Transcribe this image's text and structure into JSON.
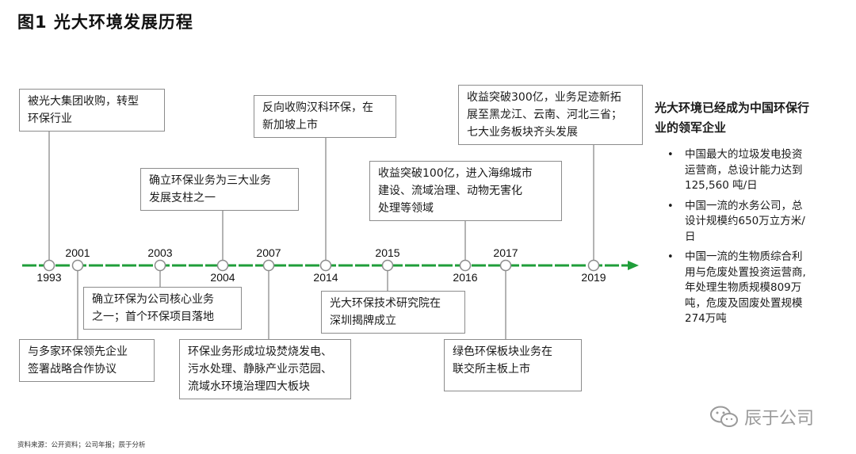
{
  "title": "图1  光大环境发展历程",
  "colors": {
    "axis": "#1f9e3a",
    "box_border": "#8c8c8c",
    "connector": "#9a9a9a"
  },
  "years": [
    {
      "id": "y1993",
      "label": "1993"
    },
    {
      "id": "y2001",
      "label": "2001"
    },
    {
      "id": "y2003",
      "label": "2003"
    },
    {
      "id": "y2004",
      "label": "2004"
    },
    {
      "id": "y2007",
      "label": "2007"
    },
    {
      "id": "y2014",
      "label": "2014"
    },
    {
      "id": "y2015",
      "label": "2015"
    },
    {
      "id": "y2016",
      "label": "2016"
    },
    {
      "id": "y2017",
      "label": "2017"
    },
    {
      "id": "y2019",
      "label": "2019"
    }
  ],
  "events": [
    {
      "year": "1993",
      "lines": [
        "被光大集团收购，转型",
        "环保行业"
      ]
    },
    {
      "year": "2001",
      "lines": [
        "与多家环保领先企业",
        "签署战略合作协议"
      ]
    },
    {
      "year": "2003",
      "lines": [
        "确立环保为公司核心业务",
        "之一；首个环保项目落地"
      ]
    },
    {
      "year": "2004",
      "lines": [
        "确立环保业务为三大业务",
        "发展支柱之一"
      ]
    },
    {
      "year": "2007",
      "lines": [
        "环保业务形成垃圾焚烧发电、",
        "污水处理、静脉产业示范园、",
        "流域水环境治理四大板块"
      ]
    },
    {
      "year": "2014",
      "lines": [
        "反向收购汉科环保，在",
        "新加坡上市"
      ]
    },
    {
      "year": "2015",
      "lines": [
        "光大环保技术研究院在",
        "深圳揭牌成立"
      ]
    },
    {
      "year": "2016",
      "lines": [
        "收益突破100亿，进入海绵城市",
        "建设、流域治理、动物无害化",
        "处理等领域"
      ]
    },
    {
      "year": "2017",
      "lines": [
        "绿色环保板块业务在",
        "联交所主板上市"
      ]
    },
    {
      "year": "2019",
      "lines": [
        "收益突破300亿，业务足迹新拓",
        "展至黑龙江、云南、河北三省；",
        "七大业务板块齐头发展"
      ]
    }
  ],
  "side": {
    "title_lines": [
      "光大环境已经成为中国环保行",
      "业的领军企业"
    ],
    "bullets": [
      {
        "lines": [
          "中国最大的垃圾发电投资",
          "运营商，总设计能力达到",
          "125,560 吨/日"
        ]
      },
      {
        "lines": [
          "中国一流的水务公司，总",
          "设计规模约650万立方米/",
          "日"
        ]
      },
      {
        "lines": [
          "中国一流的生物质综合利",
          "用与危废处置投资运营商,",
          "年处理生物质规模809万",
          "吨，危废及固废处置规模",
          "274万吨"
        ]
      }
    ]
  },
  "source": "资料来源：公开资料；公司年报；辰于分析",
  "watermark": "辰于公司"
}
